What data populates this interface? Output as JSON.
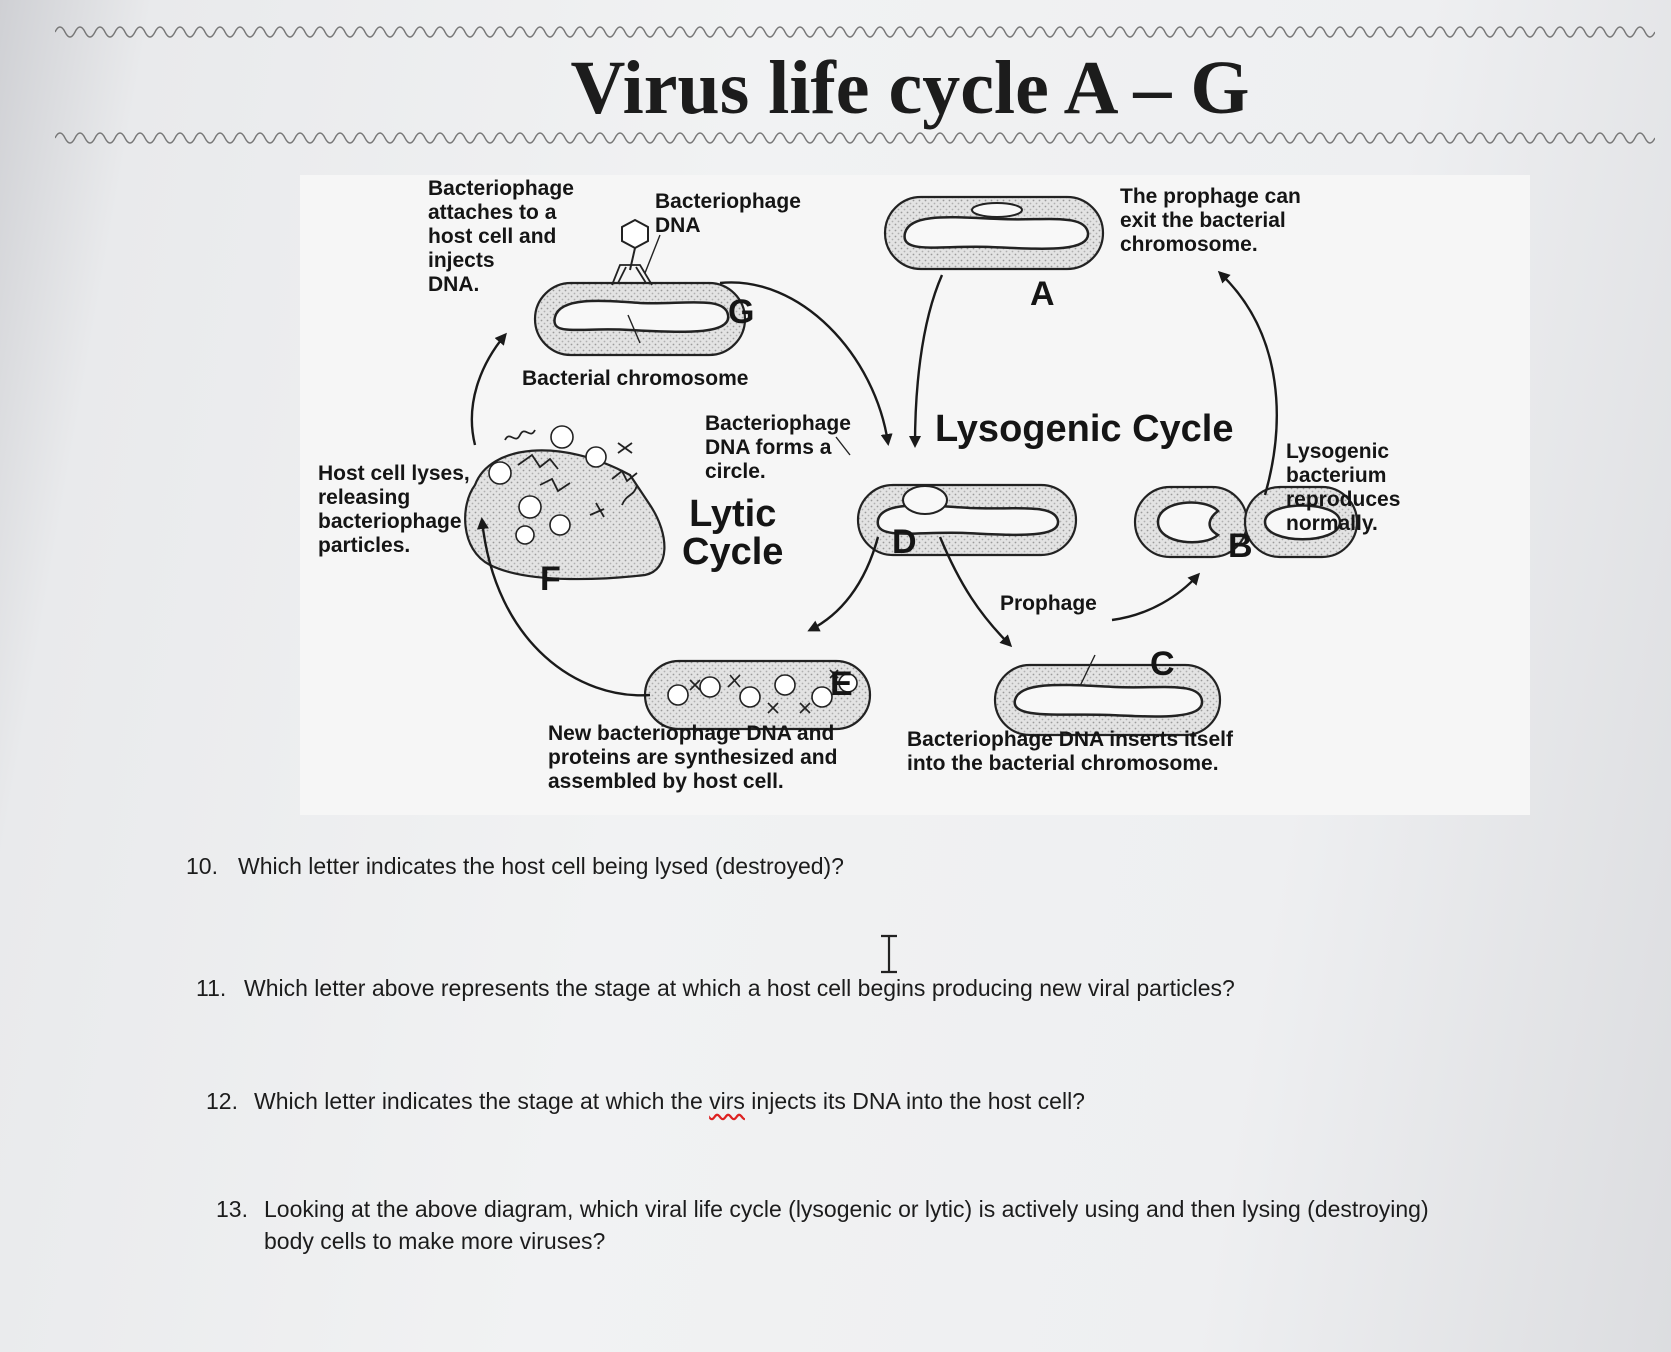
{
  "title": "Virus life cycle A – G",
  "diagram": {
    "labels": {
      "attaches": "Bacteriophage\nattaches to a\nhost cell and\ninjects\nDNA.",
      "phage_dna": "Bacteriophage\nDNA",
      "bacterial_chromosome": "Bacterial chromosome",
      "forms_circle": "Bacteriophage\nDNA forms a\ncircle.",
      "host_lyses": "Host cell lyses,\nreleasing\nbacteriophage\nparticles.",
      "prophage_exit": "The prophage can\nexit the bacterial\nchromosome.",
      "lysogenic_reproduces": "Lysogenic\nbacterium\nreproduces\nnormally.",
      "prophage": "Prophage",
      "synthesized": "New bacteriophage DNA and\nproteins are synthesized and\nassembled by host cell.",
      "inserts": "Bacteriophage DNA inserts itself\ninto the bacterial chromosome."
    },
    "cycles": {
      "lysogenic": "Lysogenic Cycle",
      "lytic": "Lytic\nCycle"
    },
    "letters": {
      "a": "A",
      "b": "B",
      "c": "C",
      "d": "D",
      "e": "E",
      "f": "F",
      "g": "G"
    }
  },
  "questions": [
    {
      "number": "10.",
      "text": "Which letter indicates the host cell being lysed (destroyed)?"
    },
    {
      "number": "11.",
      "text": "Which letter above represents the stage at which a host cell begins producing new viral particles?"
    },
    {
      "number": "12.",
      "text_before": "Which letter indicates the stage at which the ",
      "misspelled": "virs",
      "text_after": " injects its DNA into the host cell?"
    },
    {
      "number": "13.",
      "text": "Looking at the above diagram, which viral life cycle (lysogenic or lytic) is actively using and then lysing (destroying) body cells to make more viruses?"
    }
  ]
}
